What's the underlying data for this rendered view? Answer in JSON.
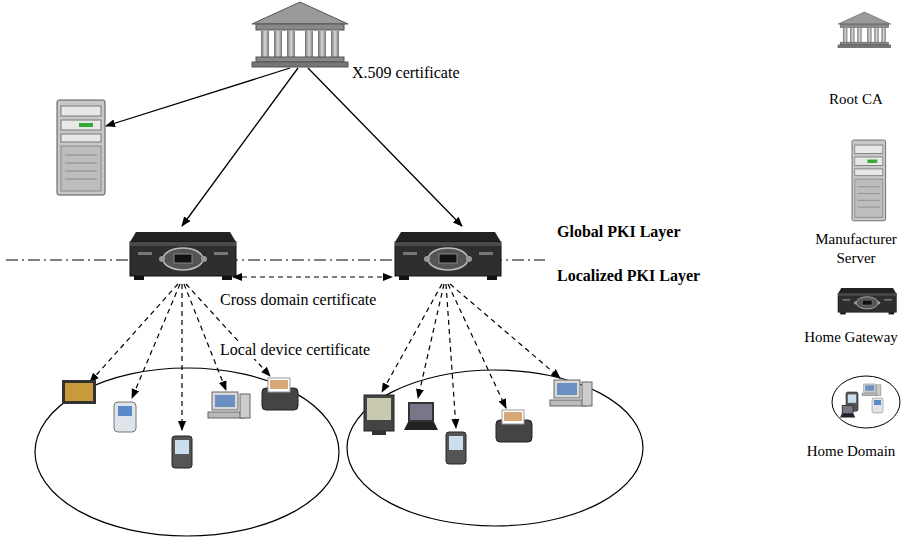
{
  "diagram": {
    "labels": [
      "X.509 certificate",
      "Global PKI Layer",
      "Localized PKI Layer",
      "Cross domain certificate",
      "Local device certificate"
    ],
    "legend": [
      {
        "text": "Root CA"
      },
      {
        "text": "Manufacturer Server"
      },
      {
        "text": "Home Gateway"
      },
      {
        "text": "Home Domain"
      }
    ]
  }
}
